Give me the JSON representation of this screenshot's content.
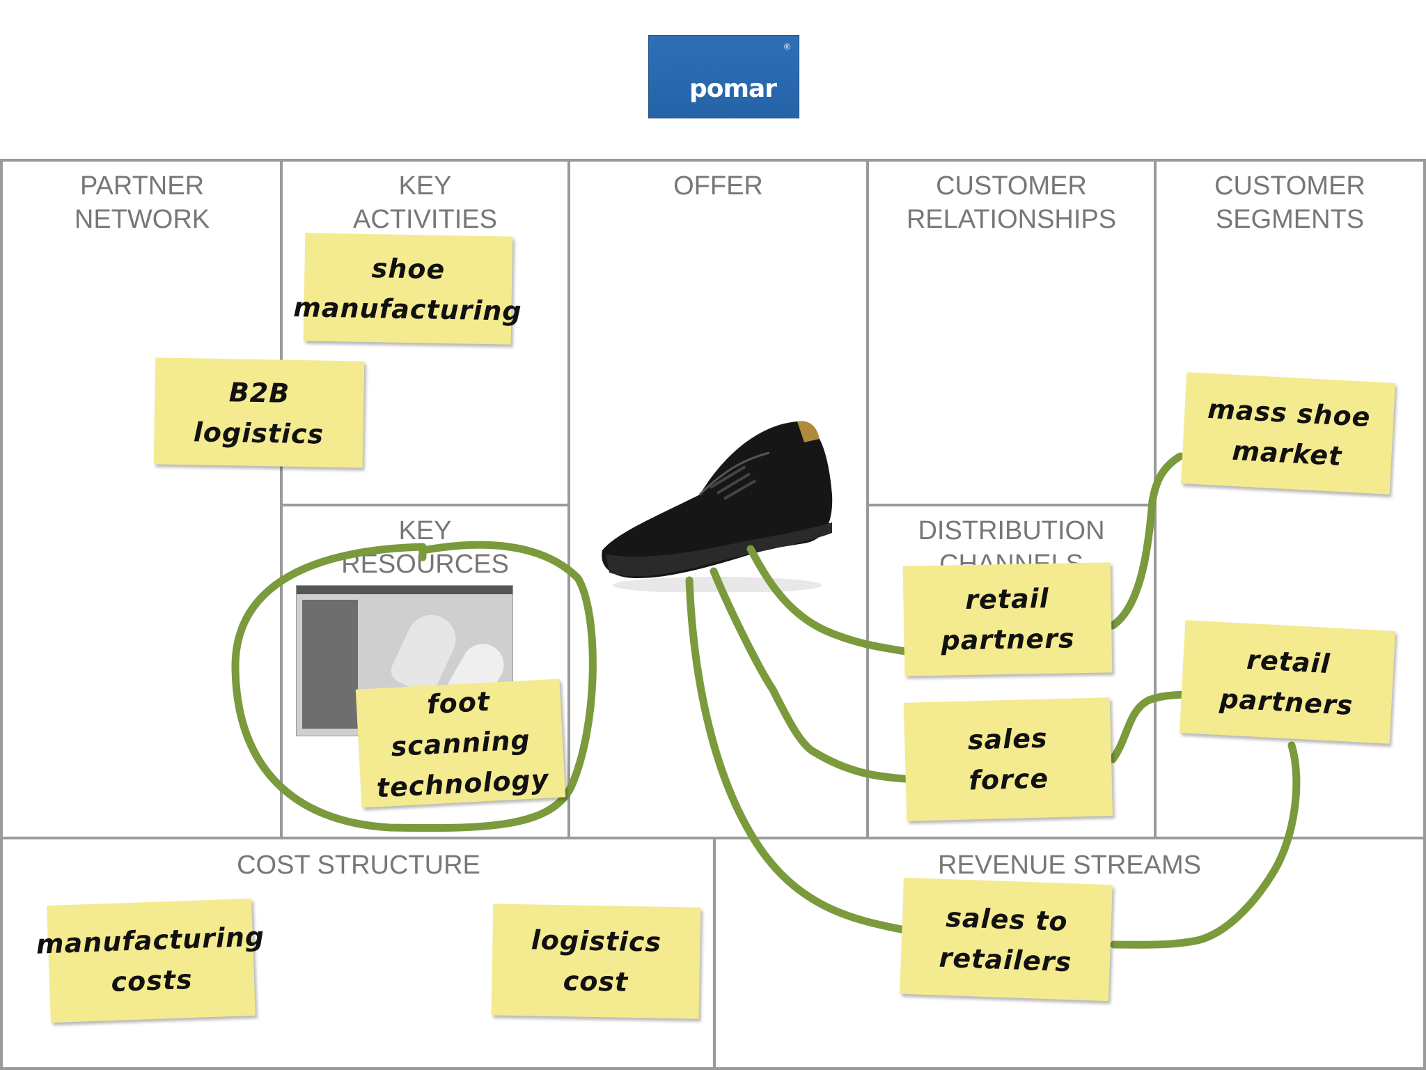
{
  "logo": {
    "text": "pomar",
    "mark": "®"
  },
  "sections": {
    "partner_network": "PARTNER\nNETWORK",
    "key_activities": "KEY\nACTIVITIES",
    "key_resources": "KEY\nRESOURCES",
    "offer": "OFFER",
    "customer_relationships": "CUSTOMER\nRELATIONSHIPS",
    "distribution_channels": "DISTRIBUTION\nCHANNELS",
    "customer_segments": "CUSTOMER\nSEGMENTS",
    "cost_structure": "COST STRUCTURE",
    "revenue_streams": "REVENUE STREAMS"
  },
  "notes": {
    "shoe_manufacturing": "shoe\nmanufacturing",
    "b2b_logistics": "B2B\nlogistics",
    "foot_scanning": "foot scanning\ntechnology",
    "retail_partners_channel": "retail\npartners",
    "sales_force": "sales\nforce",
    "mass_shoe_market": "mass shoe\nmarket",
    "retail_partners_segment": "retail\npartners",
    "manufacturing_costs": "manufacturing\ncosts",
    "logistics_cost": "logistics\ncost",
    "sales_to_retailers": "sales to\nretailers"
  },
  "colors": {
    "note": "#f4ea90",
    "connector": "#7a9a3c",
    "grid_line": "#9a9a9a",
    "label": "#777777",
    "logo_blue": "#2563a8"
  },
  "images": {
    "shoe": "black leather shoe",
    "scanner": "foot scanning software screenshot"
  }
}
